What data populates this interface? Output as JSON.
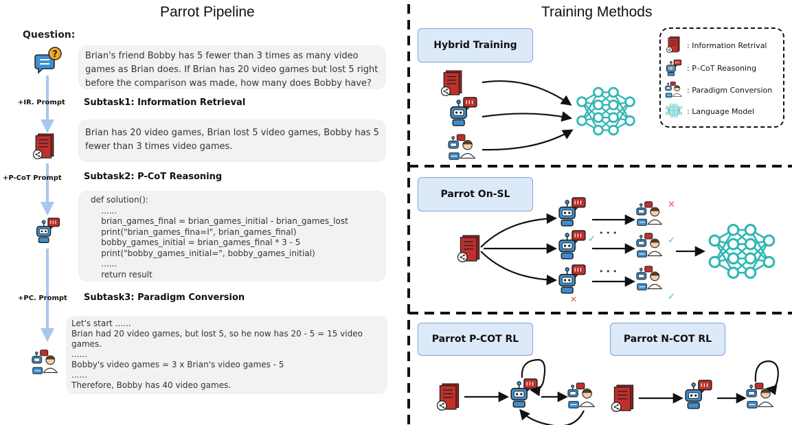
{
  "left": {
    "title": "Parrot Pipeline",
    "question_label": "Question:",
    "question_text": "Brian's friend Bobby has 5 fewer than 3 times as many video games as Brian does. If Brian has 20 video games but lost 5 right before the comparison was made, how many does Bobby have?",
    "steps": [
      {
        "prompt": "+IR. Prompt",
        "subtask": "Subtask1: Information Retrieval",
        "output": "Brian has 20 video games, Brian lost 5 video games, Bobby has 5 fewer than 3 times video games."
      },
      {
        "prompt": "+P-CoT Prompt",
        "subtask": "Subtask2: P-CoT Reasoning"
      },
      {
        "prompt": "+PC. Prompt",
        "subtask": "Subtask3: Paradigm Conversion"
      }
    ],
    "code_lines": [
      "def solution():",
      "    ......",
      "    brian_games_final = brian_games_initial - brian_games_lost",
      "    print(\"brian_games_fina=l\", brian_games_final)",
      "    bobby_games_initial = brian_games_final * 3 - 5",
      "    print(\"bobby_games_initial=\", bobby_games_initial)",
      "    ......",
      "    return result"
    ],
    "answer_lines": [
      "Let's start ......",
      "Brian had 20 video games, but lost 5, so he now has 20 - 5 = 15 video",
      "games.",
      "......",
      "Bobby's video games = 3 x Brian's video games - 5",
      "......",
      "Therefore, Bobby has 40 video games."
    ]
  },
  "right": {
    "title": "Training Methods",
    "hybrid": "Hybrid Training",
    "onsl": "Parrot On-SL",
    "pcot_rl": "Parrot P-COT RL",
    "ncot_rl": "Parrot N-COT RL",
    "ellipsis": "• • •",
    "legend": [
      {
        "icon": "document-icon",
        "label": ": Information Retrival"
      },
      {
        "icon": "robot-icon",
        "label": ": P–CoT Reasoning"
      },
      {
        "icon": "robot-person-icon",
        "label": ": Paradigm Conversion"
      },
      {
        "icon": "neural-network-icon",
        "label": ": Language Model"
      }
    ]
  },
  "colors": {
    "accent_box": "#dce9f9",
    "doc_red": "#c0302b",
    "robot_blue": "#3d8fd1",
    "network_teal": "#2fb7b3",
    "arrow_blue": "#a9c6ec",
    "check": "#33c49b",
    "cross": "#e8544f"
  }
}
